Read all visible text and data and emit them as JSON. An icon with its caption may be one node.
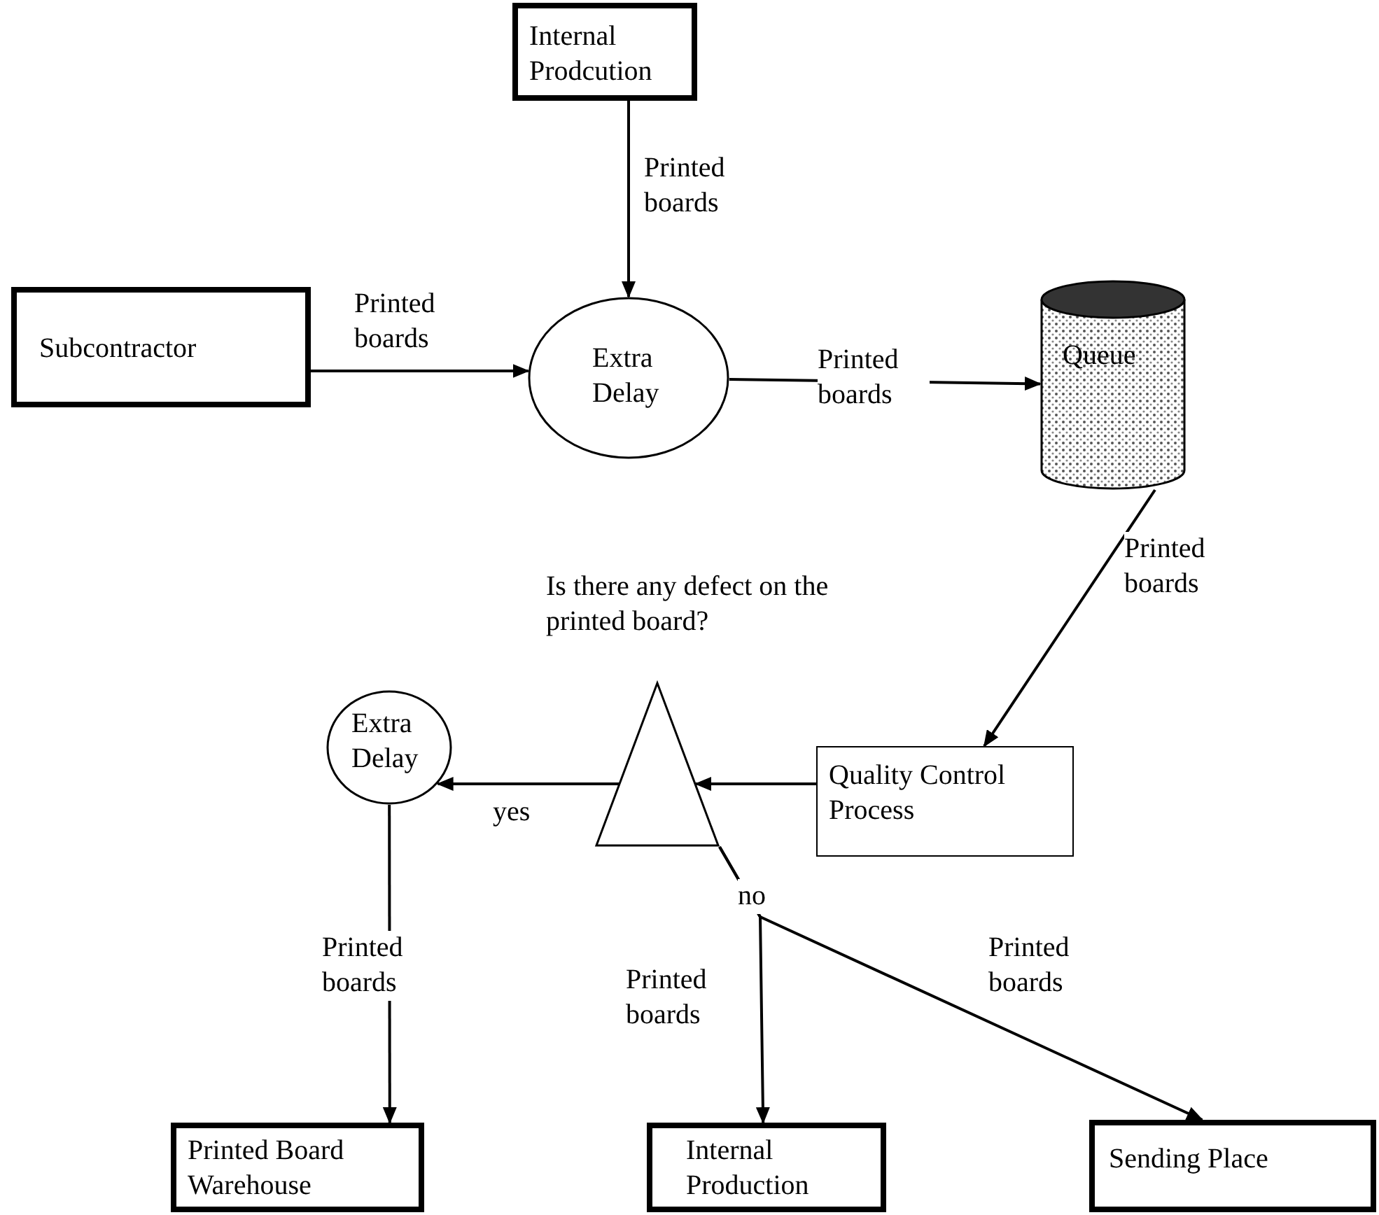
{
  "diagram": {
    "nodes": [
      {
        "text": [
          "Internal Prodcution"
        ]
      },
      {
        "text": [
          "Subcontractor"
        ]
      },
      {
        "text": [
          "Extra Delay"
        ]
      },
      {
        "text": [
          "Queue"
        ]
      },
      {
        "text": [
          "Quality Control Process"
        ]
      },
      {
        "text": [],
        "shape": "triangle",
        "beside": [
          "Is there any defect on the printed board?"
        ]
      },
      {
        "text": [
          "Extra Delay"
        ]
      },
      {
        "text": [
          "Printed Board Warehouse"
        ]
      },
      {
        "text": [
          "Internal Production"
        ]
      },
      {
        "text": [
          "Sending Place"
        ]
      }
    ],
    "edges": [
      {
        "from": 0,
        "to": 2,
        "arrow": "to",
        "label": "Printed boards"
      },
      {
        "from": 1,
        "to": 2,
        "arrow": "to",
        "label": "Printed boards"
      },
      {
        "from": 2,
        "to": 3,
        "arrow": "to",
        "label": "Printed boards"
      },
      {
        "from": 3,
        "to": 4,
        "arrow": "to",
        "label": "Printed boards"
      },
      {
        "from": 4,
        "to": 5,
        "arrow": "to"
      },
      {
        "from": 5,
        "to": 6,
        "arrow": "to",
        "label": "yes"
      },
      {
        "from": 6,
        "to": 7,
        "arrow": "to",
        "label": "Printed boards"
      },
      {
        "from": 5,
        "to": 8,
        "arrow": "to",
        "label": "Printed boards"
      },
      {
        "from": 5,
        "to": 9,
        "arrow": "to",
        "label": "Printed boards"
      }
    ],
    "labels": [
      "no"
    ]
  }
}
